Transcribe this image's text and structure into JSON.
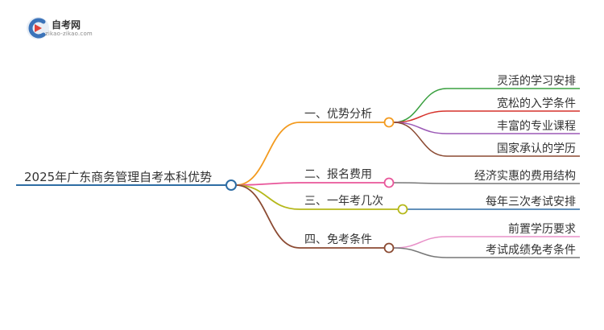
{
  "logo": {
    "brand": "自考网",
    "site": "zikao-zikao.com"
  },
  "root": {
    "label": "2025年广东商务管理自考本科优势",
    "color": "#2e6da4"
  },
  "branches": [
    {
      "label": "一、优势分析",
      "color": "#f39a1e",
      "children": [
        {
          "label": "灵活的学习安排",
          "color": "#3aa040"
        },
        {
          "label": "宽松的入学条件",
          "color": "#d6322b"
        },
        {
          "label": "丰富的专业课程",
          "color": "#9b59b6"
        },
        {
          "label": "国家承认的学历",
          "color": "#8b4a32"
        }
      ]
    },
    {
      "label": "二、报名费用",
      "color": "#e8569a",
      "children": [
        {
          "label": "经济实惠的费用结构",
          "color": "#777777"
        }
      ]
    },
    {
      "label": "三、一年考几次",
      "color": "#b5b81a",
      "children": [
        {
          "label": "每年三次考试安排",
          "color": "#2e6da4"
        }
      ]
    },
    {
      "label": "四、免考条件",
      "color": "#8b4a32",
      "children": [
        {
          "label": "前置学历要求",
          "color": "#e890c8"
        },
        {
          "label": "考试成绩免考条件",
          "color": "#777777"
        }
      ]
    }
  ]
}
